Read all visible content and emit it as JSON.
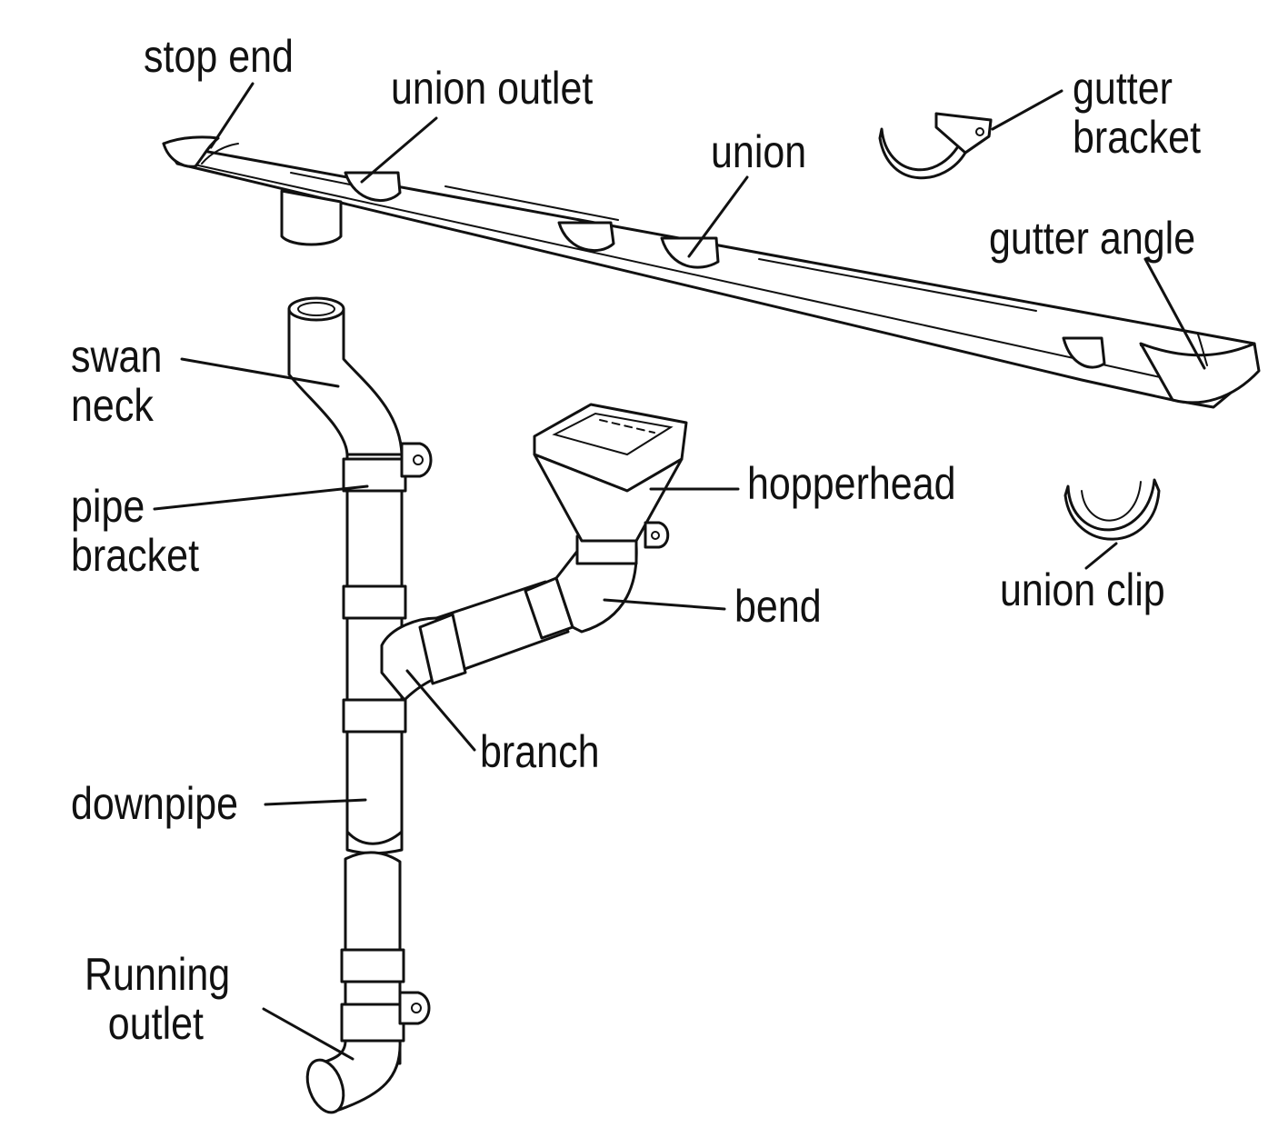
{
  "colors": {
    "ink": "#111111",
    "background": "#ffffff"
  },
  "labels": {
    "stop_end": "stop end",
    "union_outlet": "union outlet",
    "union": "union",
    "gutter_bracket_1": "gutter",
    "gutter_bracket_2": "bracket",
    "gutter_angle": "gutter angle",
    "swan_neck_1": "swan",
    "swan_neck_2": "neck",
    "pipe_bracket_1": "pipe",
    "pipe_bracket_2": "bracket",
    "hopperhead": "hopperhead",
    "union_clip": "union clip",
    "bend": "bend",
    "branch": "branch",
    "downpipe": "downpipe",
    "running_outlet_1": "Running",
    "running_outlet_2": "outlet"
  }
}
